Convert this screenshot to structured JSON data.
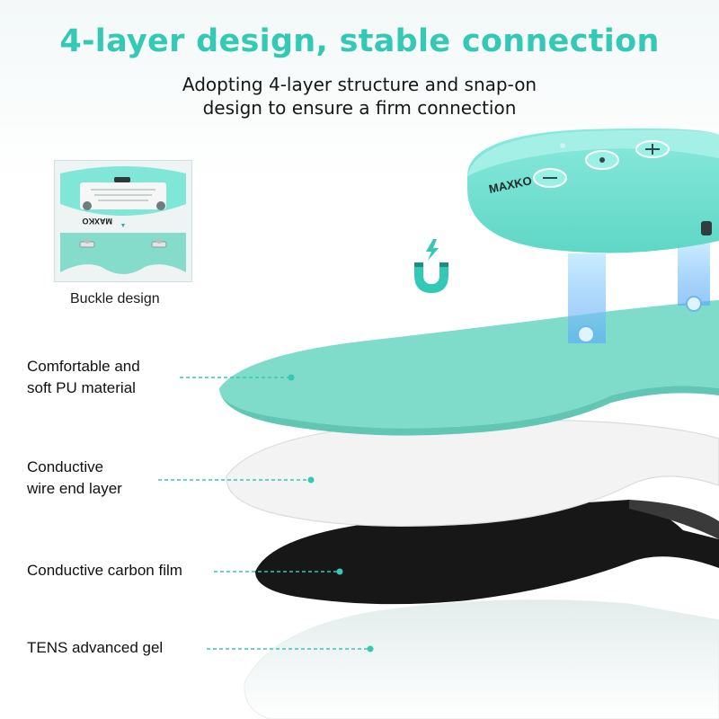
{
  "header": {
    "title": "4-layer design, stable connection",
    "subtitle_line1": "Adopting 4-layer structure and snap-on",
    "subtitle_line2": "design to ensure a firm connection"
  },
  "inset": {
    "caption": "Buckle design",
    "brand_mark": "MAXKO"
  },
  "device": {
    "brand_mark": "MAXKO"
  },
  "layers": [
    {
      "line1": "Comfortable and",
      "line2": "soft PU material"
    },
    {
      "line1": "Conductive",
      "line2": "wire end layer"
    },
    {
      "line1": "Conductive carbon film"
    },
    {
      "line1": "TENS advanced gel"
    }
  ],
  "colors": {
    "accent": "#33c9b5",
    "device_body": "#7fe6d8",
    "pu_layer": "#7fdccb",
    "carbon_layer": "#1a1a1a",
    "wire_layer": "#f2f2f2",
    "gel_layer": "#eaf1f1"
  },
  "icons": [
    "magnet-icon",
    "lightning-icon"
  ]
}
